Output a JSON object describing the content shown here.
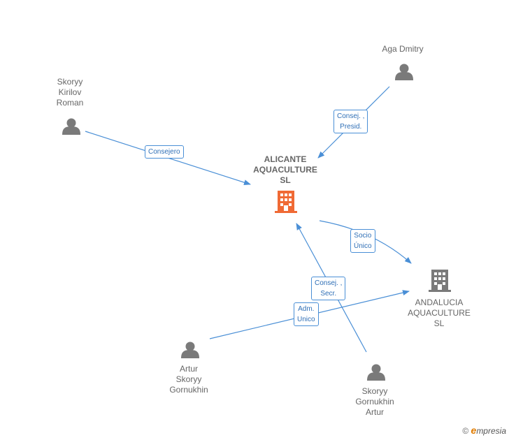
{
  "colors": {
    "edge": "#4a8fd6",
    "person": "#7a7a7a",
    "company_main": "#f06a35",
    "company": "#7a7a7a",
    "text": "#666666"
  },
  "nodes": {
    "center": {
      "lines": [
        "ALICANTE",
        "AQUACULTURE",
        "SL"
      ],
      "icon": "building-icon"
    },
    "andalucia": {
      "lines": [
        "ANDALUCIA",
        "AQUACULTURE",
        "SL"
      ],
      "icon": "building-icon"
    },
    "aga": {
      "lines": [
        "Aga Dmitry"
      ],
      "icon": "person-icon"
    },
    "skoryy_kirilov": {
      "lines": [
        "Skoryy",
        "Kirilov",
        "Roman"
      ],
      "icon": "person-icon"
    },
    "artur": {
      "lines": [
        "Artur",
        "Skoryy",
        "Gornukhin"
      ],
      "icon": "person-icon"
    },
    "skoryy_gornukhin": {
      "lines": [
        "Skoryy",
        "Gornukhin",
        "Artur"
      ],
      "icon": "person-icon"
    }
  },
  "edges": {
    "consejero": [
      "Consejero"
    ],
    "consej_presid": [
      "Consej. ,",
      "Presid."
    ],
    "socio_unico": [
      "Socio",
      "Único"
    ],
    "consej_secr": [
      "Consej. ,",
      "Secr."
    ],
    "adm_unico": [
      "Adm.",
      "Unico"
    ]
  },
  "brand": {
    "symbol": "©",
    "e": "e",
    "rest": "mpresia"
  }
}
